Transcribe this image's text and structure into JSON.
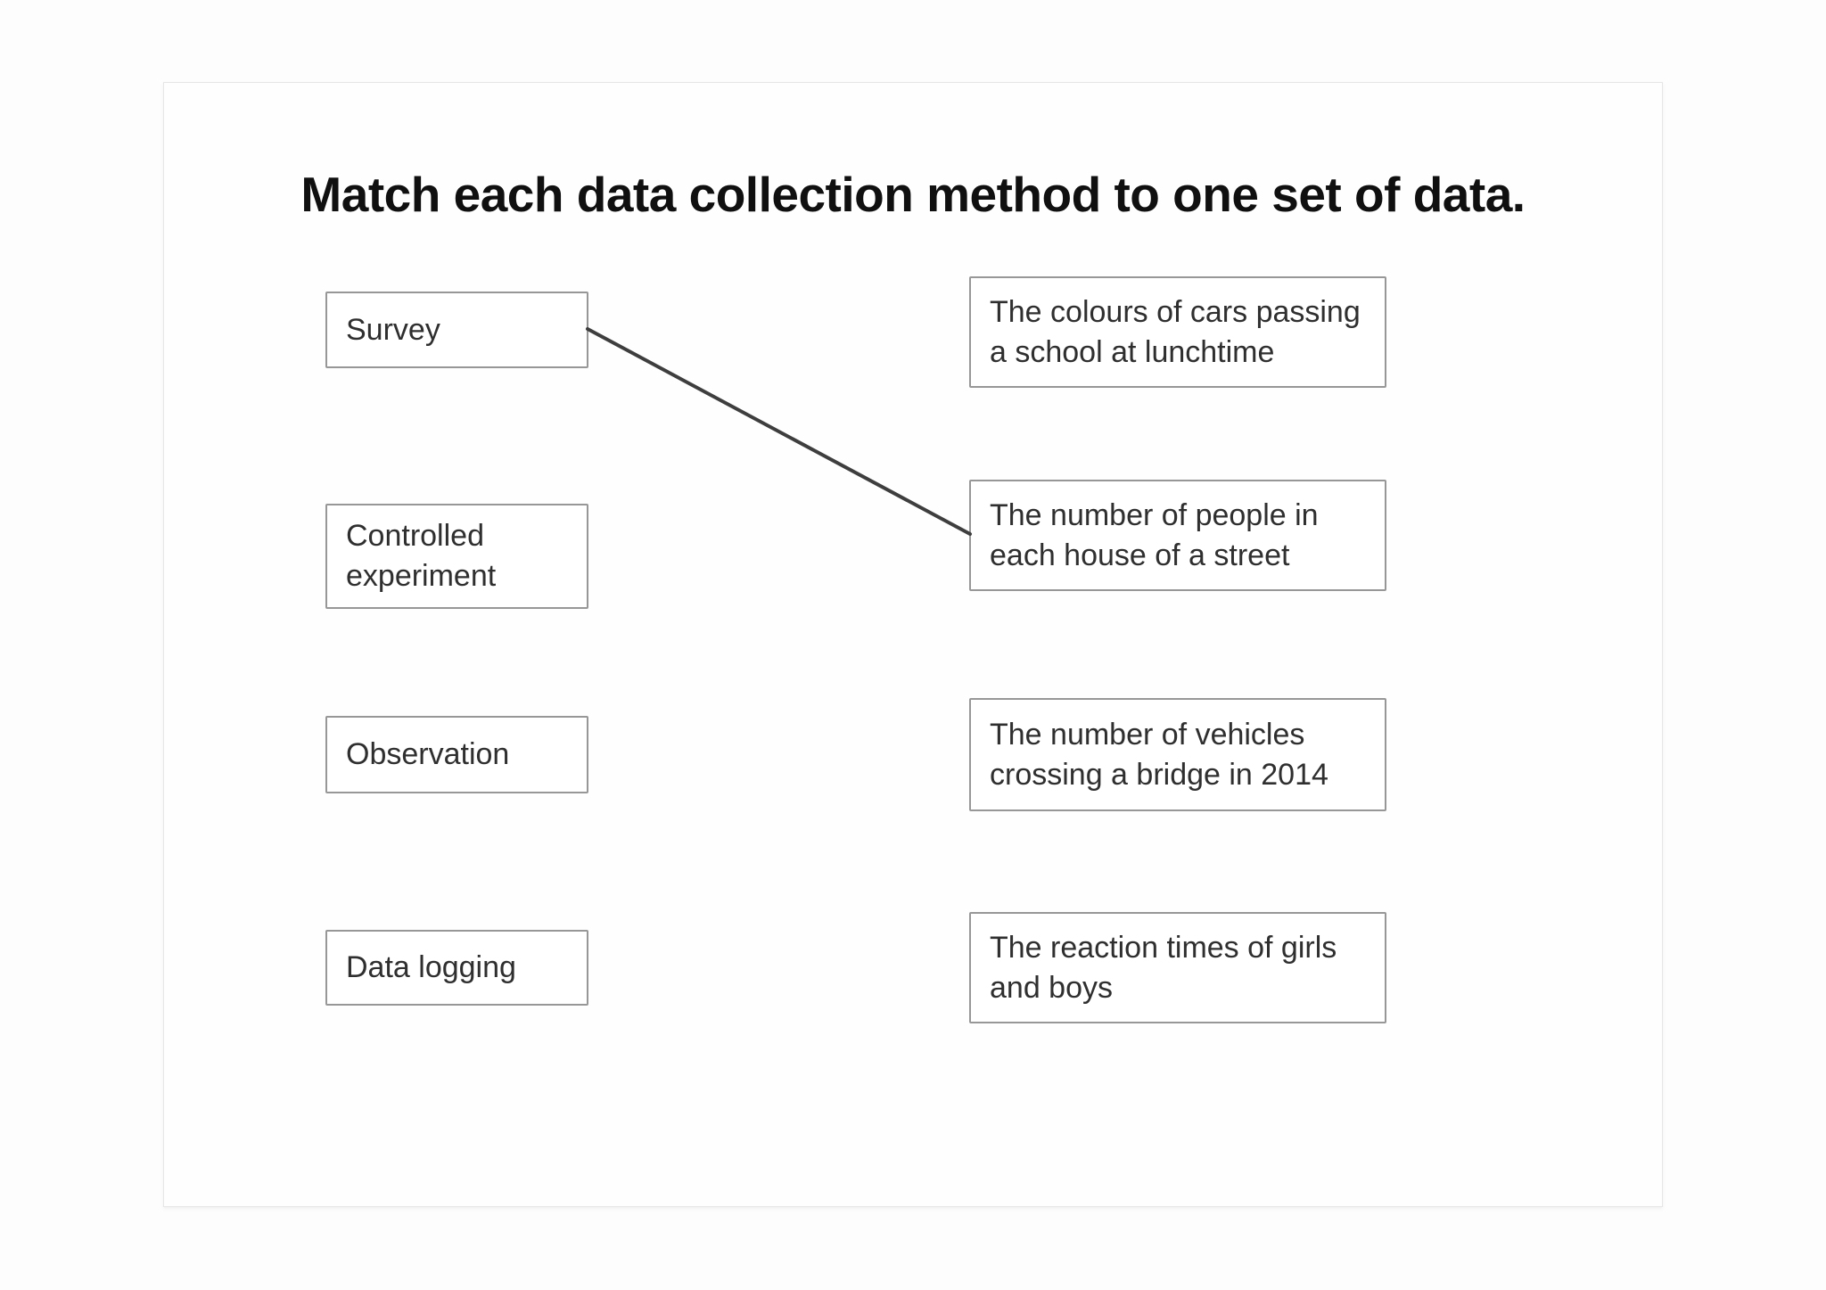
{
  "title": "Match each data collection method to one set of data.",
  "left_items": [
    {
      "id": "survey",
      "label": "Survey"
    },
    {
      "id": "controlled-experiment",
      "label": "Controlled\nexperiment"
    },
    {
      "id": "observation",
      "label": "Observation"
    },
    {
      "id": "data-logging",
      "label": "Data logging"
    }
  ],
  "right_items": [
    {
      "id": "cars-colours",
      "label": "The colours of cars passing\na school at lunchtime"
    },
    {
      "id": "people-per-house",
      "label": "The number of people in\neach house of a street"
    },
    {
      "id": "vehicles-bridge",
      "label": "The number of vehicles\ncrossing a bridge in 2014"
    },
    {
      "id": "reaction-times",
      "label": "The reaction times of girls\nand boys"
    }
  ],
  "connections": [
    {
      "from": "Survey",
      "to": "The number of people in each house of a street"
    }
  ],
  "colors": {
    "box_border": "#979797",
    "connector_line": "#3e3e3e",
    "box_text": "#2f2f2f",
    "title_text": "#101010",
    "panel_border": "#e6e6e6",
    "panel_background": "#fefefe"
  }
}
